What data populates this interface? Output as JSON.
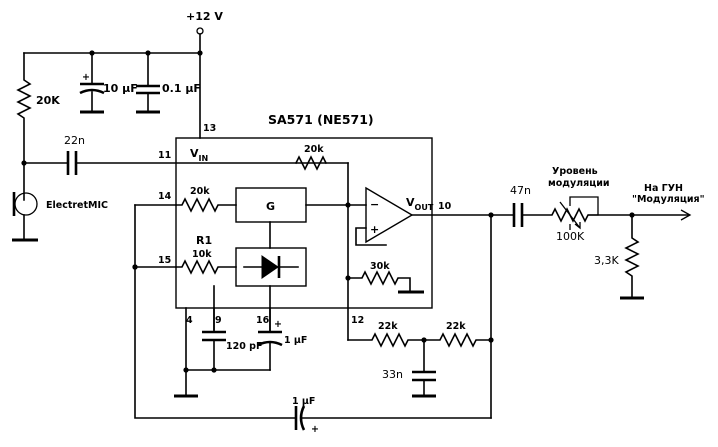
{
  "supply": {
    "label": "+12 V"
  },
  "chip": {
    "label": "SA571 (NE571)"
  },
  "pins": {
    "p13": "13",
    "p11": "11",
    "p14": "14",
    "p15": "15",
    "p10": "10",
    "p4": "4",
    "p9": "9",
    "p16": "16",
    "p12": "12"
  },
  "nodes": {
    "vin_main": "V",
    "vin_sub": "IN",
    "vout_main": "V",
    "vout_sub": "OUT"
  },
  "components": {
    "r_bias": "20K",
    "c_supply1": "10 µF",
    "c_supply2": "0.1 µF",
    "c_in": "22n",
    "r_feedback": "20k",
    "r_g_in": "20k",
    "r1_name": "R1",
    "r1_value": "10k",
    "r_ref": "30k",
    "c_pin9": "120 pF",
    "c_pin16": "1 µF",
    "r_filter1": "22k",
    "r_filter2": "22k",
    "c_filter": "33n",
    "c_loop": "1 µF",
    "c_out": "47n",
    "pot": "100K",
    "r_out": "3,3K"
  },
  "blocks": {
    "gain_cell": "G"
  },
  "mic": {
    "label": "ElectretMIC"
  },
  "annotations": {
    "pot_label_line1": "Уровень",
    "pot_label_line2": "модуляции",
    "out_label_line1": "На ГУН",
    "out_label_line2": "\"Модуляция\""
  },
  "polarity": {
    "plus": "+",
    "op_minus": "−",
    "op_plus": "+"
  }
}
